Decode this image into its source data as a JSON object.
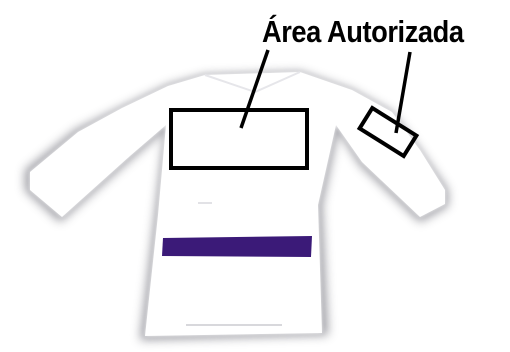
{
  "diagram": {
    "label": "Área Autorizada",
    "colors": {
      "garment": "#ffffff",
      "outline_shadow": "#9a9aa0",
      "belt": "#3b1a78",
      "marker": "#000000",
      "background": "#ffffff"
    },
    "regions": [
      {
        "name": "chest-area",
        "shape": "rectangle"
      },
      {
        "name": "sleeve-area",
        "shape": "rectangle"
      }
    ]
  }
}
